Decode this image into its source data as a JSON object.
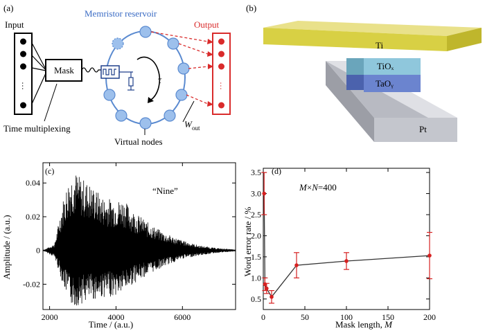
{
  "panel_a": {
    "label": "(a)",
    "input_label": "Input",
    "reservoir_label": "Memristor reservoir",
    "output_label": "Output",
    "mask_label": "Mask",
    "tau_label": "τ",
    "w_out_main": "W",
    "w_out_sub": "out",
    "time_mux_label": "Time multiplexing",
    "virtual_nodes_label": "Virtual nodes",
    "ellipsis": "···",
    "colors": {
      "reservoir_title": "#3a6bc4",
      "output": "#d92b2b",
      "node": "#9dc0ec",
      "node_edge": "#5a8ad0"
    }
  },
  "panel_b": {
    "label": "(b)",
    "layers": [
      "Ti",
      "TiOₓ",
      "TaOᵧ",
      "Pt"
    ],
    "colors": {
      "ti": "#d8d044",
      "tiox": "#8fc7dc",
      "taoy": "#6b84cf",
      "pt": "#c4c6cd"
    }
  },
  "panel_c": {
    "label": "(c)",
    "annotation": "“Nine”",
    "chart_data": {
      "type": "line",
      "title": "",
      "xlabel": "Time / (a.u.)",
      "ylabel": "Amplitude / (a.u.)",
      "xlim": [
        1800,
        7600
      ],
      "ylim": [
        -0.035,
        0.052
      ],
      "x_ticks": [
        "2000",
        "4000",
        "6000"
      ],
      "y_ticks": [
        "-0.02",
        "0",
        "0.02",
        "0.04"
      ],
      "envelope": {
        "x": [
          1800,
          2150,
          2400,
          2600,
          2750,
          2900,
          3200,
          3600,
          4000,
          4200,
          4500,
          5000,
          5500,
          6000,
          6500,
          7000,
          7600
        ],
        "max": [
          0.0,
          0.004,
          0.03,
          0.044,
          0.048,
          0.044,
          0.04,
          0.032,
          0.03,
          0.031,
          0.024,
          0.016,
          0.01,
          0.006,
          0.003,
          0.0015,
          0.0005
        ],
        "min": [
          0.0,
          -0.004,
          -0.02,
          -0.031,
          -0.034,
          -0.032,
          -0.03,
          -0.028,
          -0.027,
          -0.025,
          -0.02,
          -0.014,
          -0.009,
          -0.005,
          -0.003,
          -0.0015,
          -0.0005
        ]
      }
    }
  },
  "panel_d": {
    "label": "(d)",
    "annotation_prefix": "M",
    "annotation_op": "×",
    "annotation_n": "N",
    "annotation_suffix": "=400",
    "chart_data": {
      "type": "line",
      "title": "",
      "xlabel": "Mask length, ",
      "xlabel_var": "M",
      "ylabel": "Word error rate / %",
      "xlim": [
        0,
        200
      ],
      "ylim": [
        0.25,
        3.6
      ],
      "x_ticks": [
        "0",
        "50",
        "100",
        "150",
        "200"
      ],
      "y_ticks": [
        "0.5",
        "1.0",
        "1.5",
        "2.0",
        "2.5",
        "3.0",
        "3.5"
      ],
      "series": [
        {
          "x": [
            1,
            2,
            4,
            10,
            40,
            100,
            200
          ],
          "y": [
            3.0,
            0.85,
            0.75,
            0.55,
            1.3,
            1.4,
            1.53
          ],
          "err": [
            0.5,
            0.15,
            0.12,
            0.15,
            0.3,
            0.2,
            0.55
          ]
        }
      ],
      "colors": {
        "line": "#333333",
        "marker": "#d62020"
      }
    }
  }
}
